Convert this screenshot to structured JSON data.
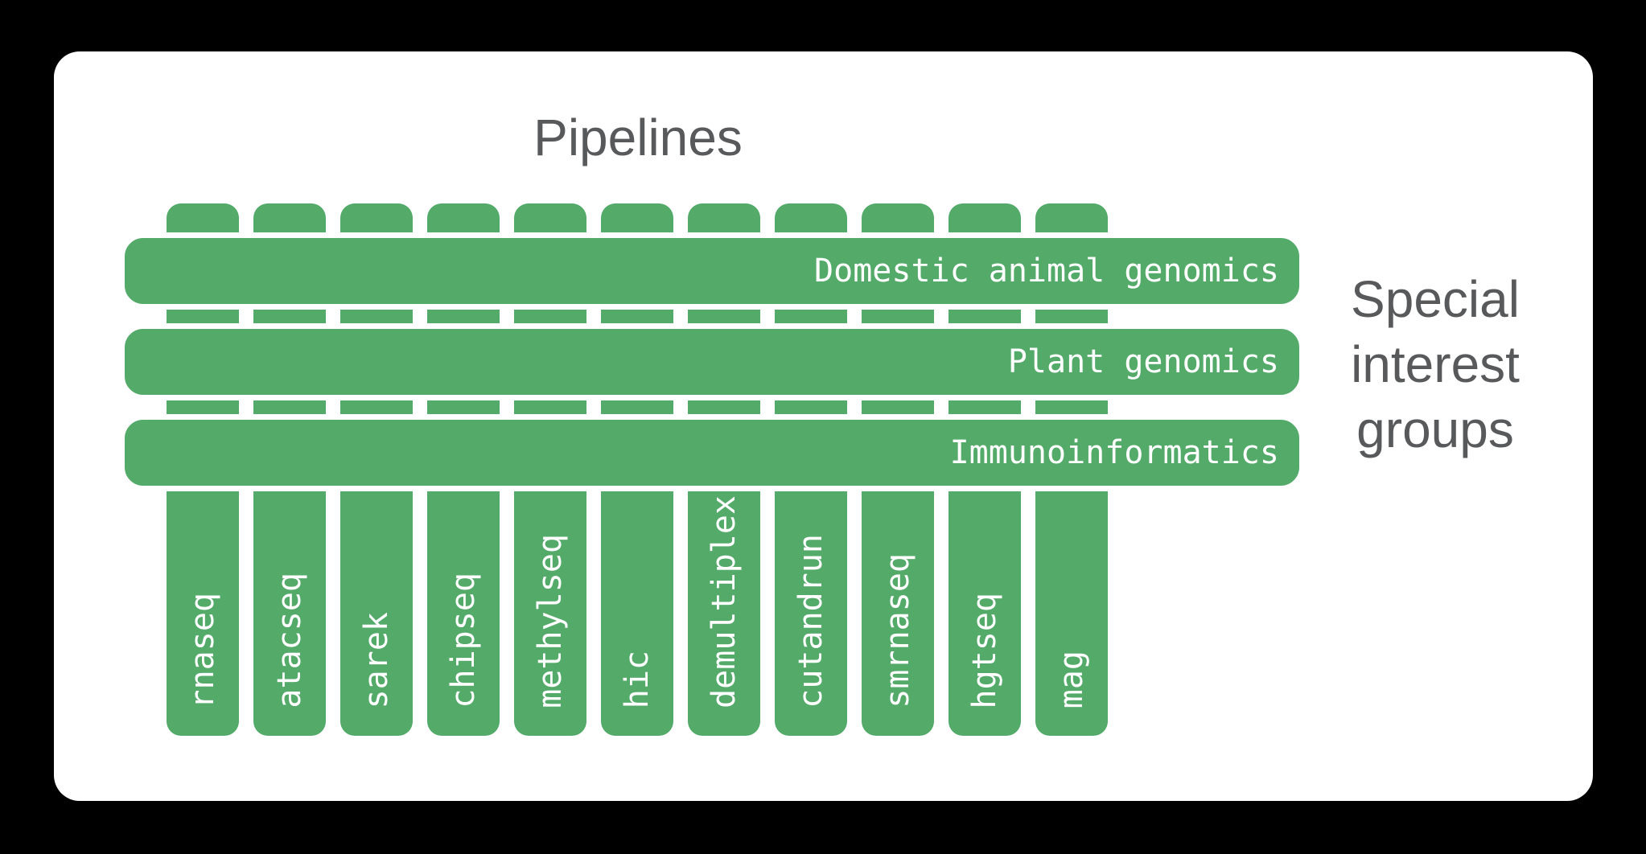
{
  "title": "Pipelines",
  "right_label": "Special interest groups",
  "pipelines": [
    "rnaseq",
    "atacseq",
    "sarek",
    "chipseq",
    "methylseq",
    "hic",
    "demultiplex",
    "cutandrun",
    "smrnaseq",
    "hgtseq",
    "mag"
  ],
  "special_interest_groups": [
    "Domestic animal genomics",
    "Plant genomics",
    "Immunoinformatics"
  ],
  "colors": {
    "green": "#53aa69",
    "label_text": "#ffffff",
    "heading_text": "#58595b",
    "card": "#ffffff",
    "background": "#000000"
  }
}
